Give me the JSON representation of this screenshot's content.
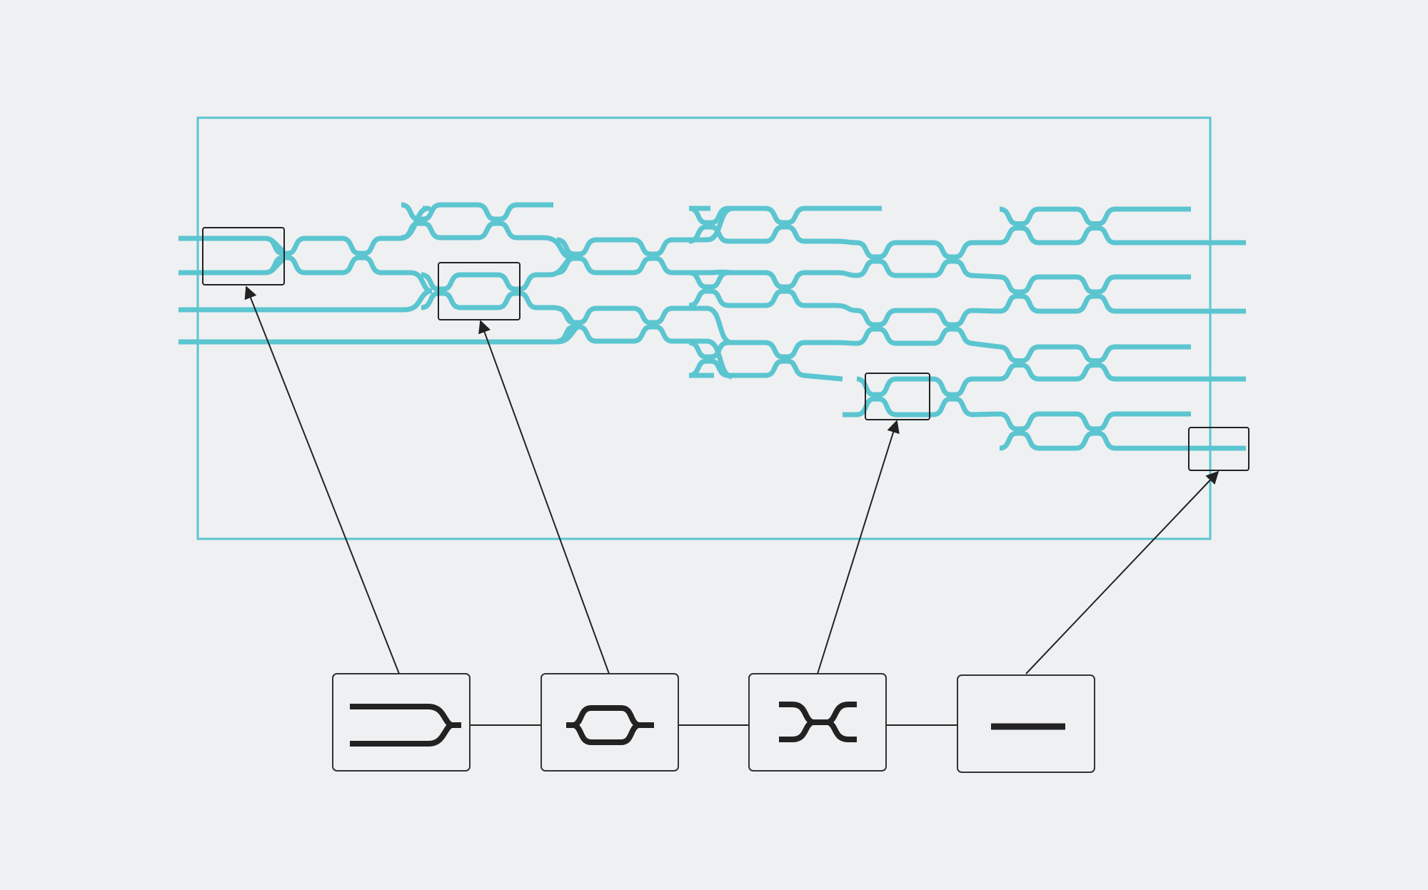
{
  "colors": {
    "background": "#eef0f2",
    "waveguide": "#5bc5d0",
    "chip_border": "#5bc5d0",
    "callout": "#222222",
    "legend_symbol": "#222222",
    "legend_box_stroke": "#333333",
    "legend_box_fill": "#eef0f2"
  },
  "chip": {
    "description_name": "photonic-mesh-chip",
    "input_count": 4,
    "output_count": 8
  },
  "legend": {
    "items": [
      {
        "id": "coupler",
        "name": "directional-coupler-symbol"
      },
      {
        "id": "mzi",
        "name": "mzi-phase-shifter-symbol"
      },
      {
        "id": "crossing",
        "name": "waveguide-crossing-symbol"
      },
      {
        "id": "waveguide",
        "name": "straight-waveguide-symbol"
      }
    ]
  }
}
